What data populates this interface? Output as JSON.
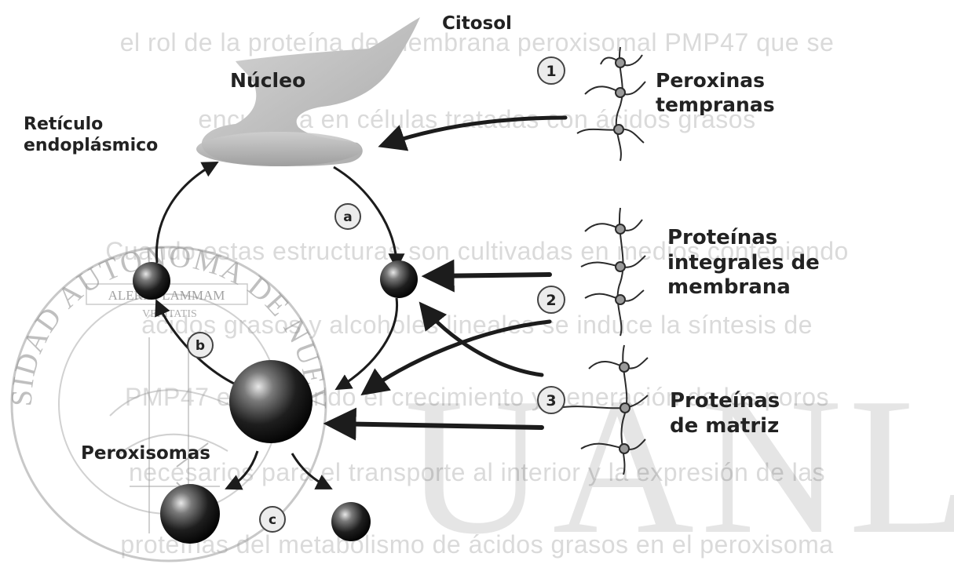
{
  "labels": {
    "citosol": "Citosol",
    "nucleo": "Núcleo",
    "reticulo_line1": "Retículo",
    "reticulo_line2": "endoplásmico",
    "peroxinas_line1": "Peroxinas",
    "peroxinas_line2": "tempranas",
    "integrales_line1": "Proteínas",
    "integrales_line2": "integrales de",
    "integrales_line3": "membrana",
    "matriz_line1": "Proteínas",
    "matriz_line2": "de matriz",
    "peroxisomas": "Peroxisomas"
  },
  "steps": {
    "one": "1",
    "two": "2",
    "three": "3",
    "a": "a",
    "b": "b",
    "c": "c"
  },
  "background_text": [
    "el rol de la proteína de membrana peroxisomal PMP47 que se",
    "encuentra en células tratadas con ácidos grasos",
    "Cuando estas estructuras son cultivadas en medios conteniendo",
    "ácidos grasos y alcoholes lineales se induce la síntesis de",
    "PMP47 estimulando el crecimiento y generación de los poros",
    "necesarios para el transporte al interior y la expresión de las",
    "proteínas del metabolismo de ácidos grasos en el peroxisoma"
  ],
  "watermark": {
    "seal_top": "UNIVERSIDAD AUTONOMA DE NUEVO LEON",
    "seal_motto_1": "ALERE FLAMMAM",
    "seal_motto_2": "VERITATIS",
    "uanl": "UANL"
  },
  "colors": {
    "label_text": "#222222",
    "background_text": "#dadada",
    "arrow": "#1c1c1c",
    "step_circle_fill": "#ececec",
    "nucleus": "#c8c8c8",
    "peroxisome_dark": "#101010"
  }
}
